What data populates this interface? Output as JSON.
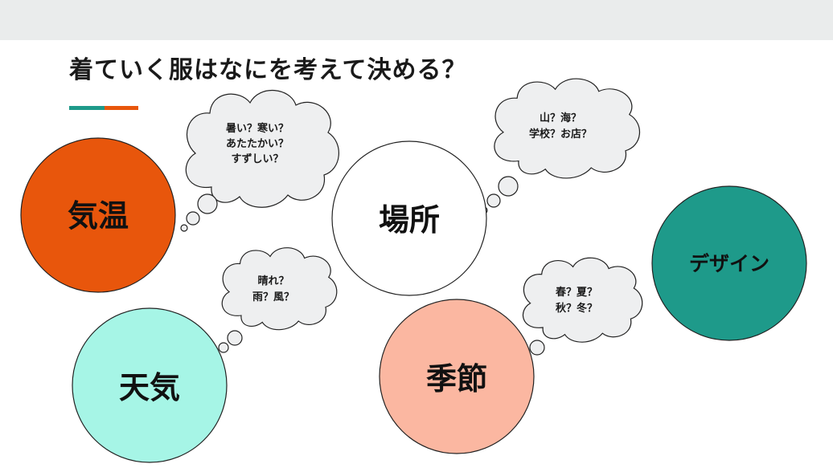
{
  "title": "着ていく服はなにを考えて決める？",
  "colors": {
    "accent_teal": "#1e9a8a",
    "accent_orange": "#e8560c",
    "bubble_fill": "#eeeff0",
    "circle_stroke": "#222222"
  },
  "topics": [
    {
      "id": "kion",
      "label": "気温",
      "fill": "#e8560c"
    },
    {
      "id": "basho",
      "label": "場所",
      "fill": "#ffffff"
    },
    {
      "id": "design",
      "label": "デザイン",
      "fill": "#1e9a8a"
    },
    {
      "id": "tenki",
      "label": "天気",
      "fill": "#a6f5e6"
    },
    {
      "id": "kisetsu",
      "label": "季節",
      "fill": "#fbb7a1"
    }
  ],
  "thoughts": [
    {
      "id": "kion-thought",
      "lines": [
        "暑い？寒い？",
        "あたたかい？",
        "すずしい？"
      ]
    },
    {
      "id": "basho-thought",
      "lines": [
        "山？海？",
        "学校？お店？"
      ]
    },
    {
      "id": "tenki-thought",
      "lines": [
        "晴れ？",
        "雨？風？"
      ]
    },
    {
      "id": "kisetsu-thought",
      "lines": [
        "春？夏？",
        "秋？冬？"
      ]
    }
  ]
}
